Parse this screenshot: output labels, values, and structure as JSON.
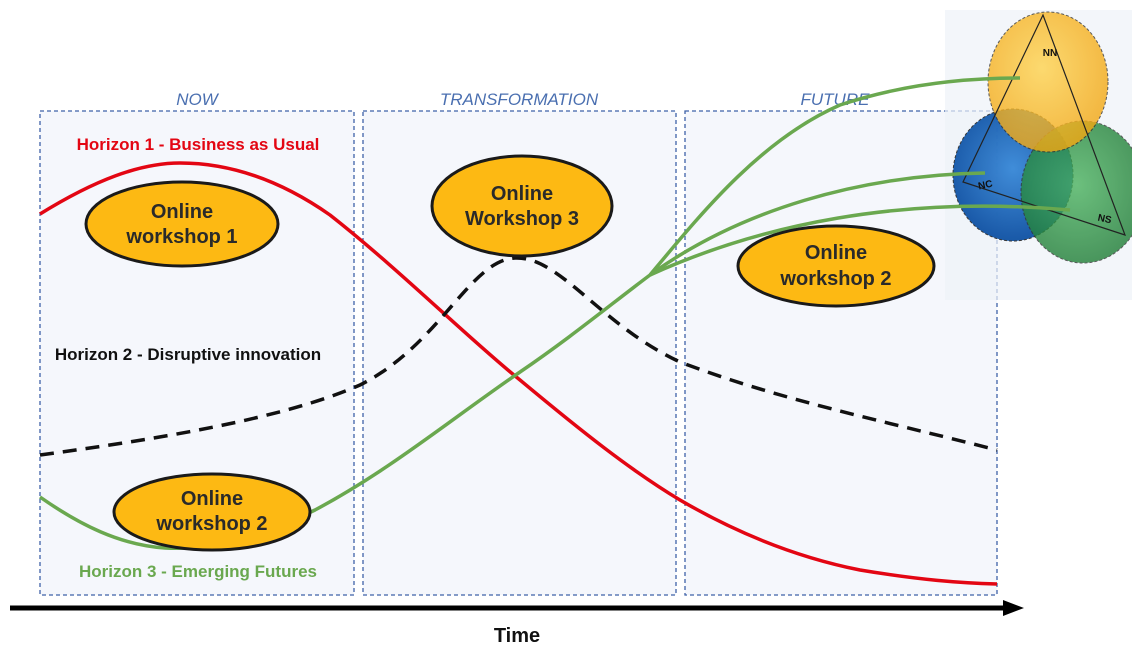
{
  "phases": {
    "now": "NOW",
    "transformation": "TRANSFORMATION",
    "future": "FUTURE"
  },
  "horizons": {
    "h1": {
      "label": "Horizon 1 - Business as Usual",
      "color": "#e30613"
    },
    "h2": {
      "label": "Horizon 2 - Disruptive innovation",
      "color": "#111111"
    },
    "h3": {
      "label": "Horizon 3 -  Emerging Futures",
      "color": "#6aa84f"
    }
  },
  "workshops": {
    "w1": {
      "line1": "Online",
      "line2": "workshop 1"
    },
    "w2_now": {
      "line1": "Online",
      "line2": "workshop 2"
    },
    "w3": {
      "line1": "Online",
      "line2": "Workshop 3"
    },
    "w2_future": {
      "line1": "Online",
      "line2": "workshop 2"
    }
  },
  "venn": {
    "nn": "NN",
    "nc": "NC",
    "ns": "NS",
    "colors": {
      "nn": "#fbbf24",
      "nc": "#1f6fc1",
      "ns": "#2e9a45"
    }
  },
  "axis": {
    "label": "Time"
  }
}
